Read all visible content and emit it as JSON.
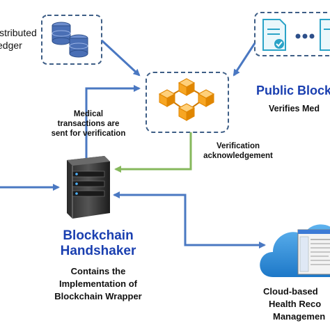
{
  "ledger": {
    "line1": "istributed",
    "line2": "edger"
  },
  "public_blockchain": {
    "title": "Public Block",
    "subtitle": "Verifies Med"
  },
  "medical_note": {
    "line1": "Medical",
    "line2": "transactions are",
    "line3": "sent for verification"
  },
  "verification_note": {
    "line1": "Verification",
    "line2": "acknowledgement"
  },
  "handshaker": {
    "title1": "Blockchain",
    "title2": "Handshaker",
    "sub1": "Contains the",
    "sub2": "Implementation of",
    "sub3": "Blockchain Wrapper"
  },
  "cloud": {
    "line1": "Cloud-based",
    "line2": "Health Reco",
    "line3": "Managemen"
  },
  "colors": {
    "arrow_blue": "#4a78c2",
    "arrow_green": "#86b85c",
    "title_blue": "#1a3fb0",
    "cube_orange": "#f7a623",
    "dash": "#3e5e86"
  },
  "icons": [
    "database-icon",
    "document-icon",
    "blockchain-cubes-icon",
    "server-icon",
    "cloud-icon"
  ]
}
